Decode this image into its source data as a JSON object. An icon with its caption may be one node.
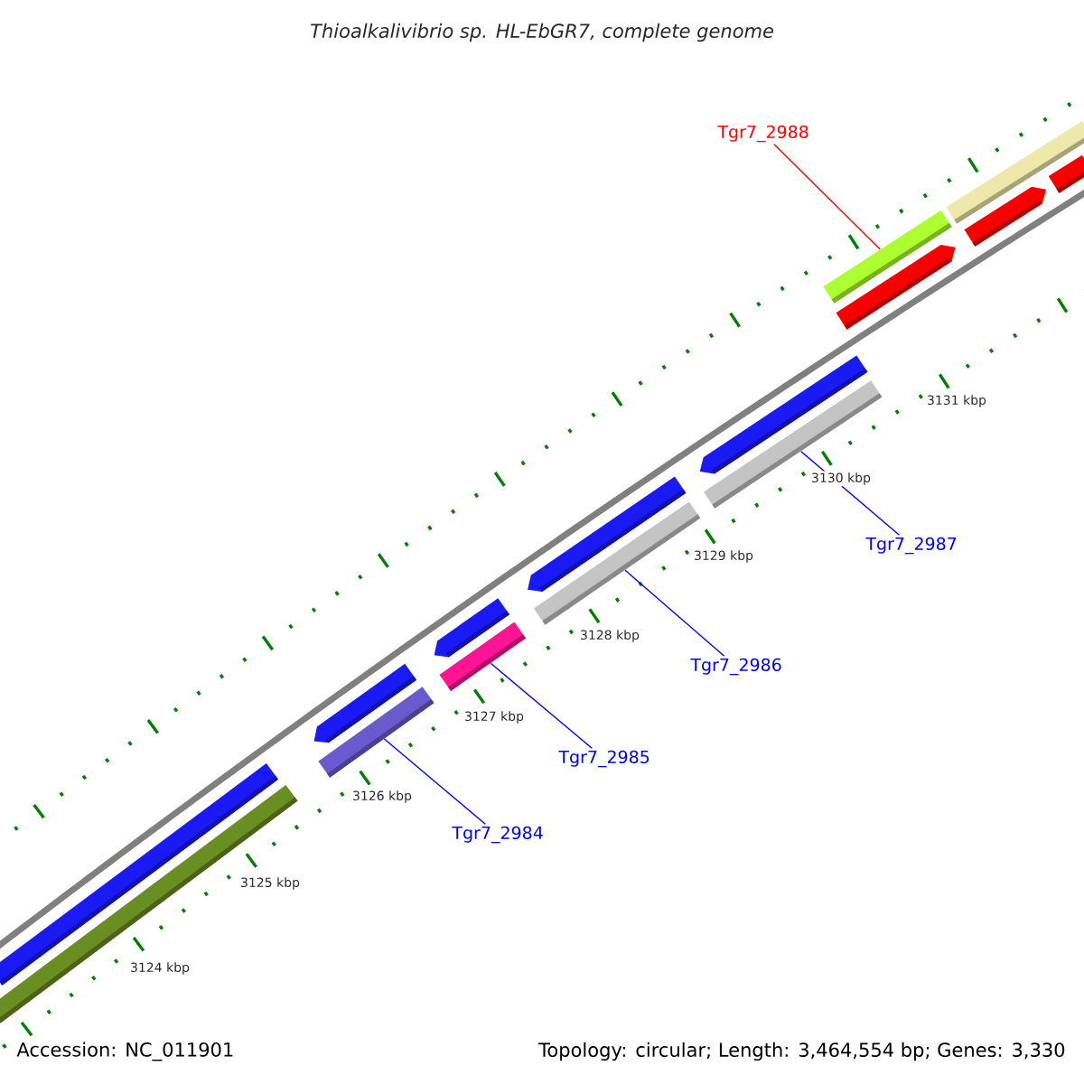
{
  "diagram": {
    "title": "Thioalkalivibrio sp. HL-EbGR7, complete genome",
    "nodes": [
      {
        "text": [
          "Tgr7_2988"
        ]
      },
      {
        "text": [
          "Tgr7_2987"
        ]
      },
      {
        "text": [
          "Tgr7_2986"
        ]
      },
      {
        "text": [
          "Tgr7_2985"
        ]
      },
      {
        "text": [
          "Tgr7_2984"
        ]
      },
      {
        "text": [],
        "shape": "bar"
      },
      {
        "text": [],
        "shape": "bar"
      },
      {
        "text": [],
        "shape": "bar"
      },
      {
        "text": [],
        "shape": "bar"
      },
      {
        "text": [],
        "shape": "bar"
      },
      {
        "text": [],
        "shape": "bar"
      },
      {
        "text": [],
        "shape": "bar"
      },
      {
        "text": [],
        "shape": "bar"
      },
      {
        "text": [],
        "shape": "bar"
      },
      {
        "text": [],
        "shape": "bar"
      },
      {
        "text": [],
        "shape": "bar"
      },
      {
        "text": [],
        "shape": "bar"
      },
      {
        "text": [],
        "shape": "bar"
      },
      {
        "text": [],
        "shape": "bar"
      },
      {
        "text": [],
        "shape": "bar"
      }
    ],
    "edges": [
      {
        "from": 0,
        "to": 15,
        "arrow": "none",
        "color": "#ff0000"
      },
      {
        "from": 1,
        "to": 14,
        "arrow": "none"
      },
      {
        "from": 2,
        "to": 12,
        "arrow": "none"
      },
      {
        "from": 3,
        "to": 10,
        "arrow": "none"
      },
      {
        "from": 4,
        "to": 8,
        "arrow": "none"
      }
    ],
    "labels": [
      "3131 kbp",
      "3130 kbp",
      "3129 kbp",
      "3128 kbp",
      "3127 kbp",
      "3126 kbp",
      "3125 kbp",
      "3124 kbp",
      "Accession: NC_011901",
      "Topology: circular; Length: 3,464,554 bp; Genes: 3,330"
    ]
  }
}
